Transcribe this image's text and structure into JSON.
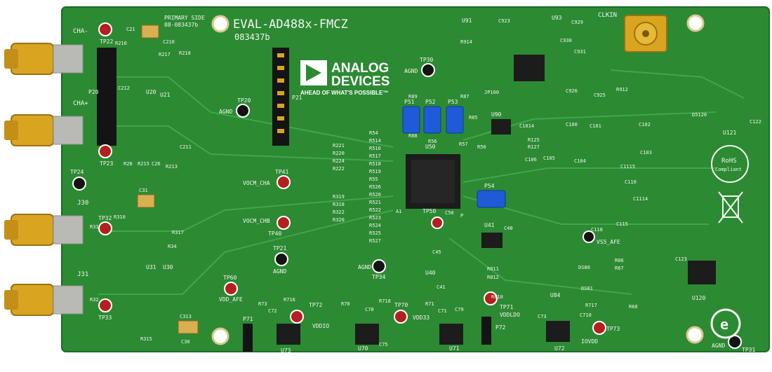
{
  "board": {
    "title": "EVAL-AD488x-FMCZ",
    "part_number": "083437b",
    "primary_side_line1": "PRIMARY SIDE",
    "primary_side_line2": "08-083437b",
    "brand_name_line1": "ANALOG",
    "brand_name_line2": "DEVICES",
    "brand_tagline": "AHEAD OF WHAT'S POSSIBLE™"
  },
  "connectors": {
    "cha_minus": "CHA-",
    "cha_plus": "CHA+",
    "j30": "J30",
    "j31": "J31",
    "clkin": "CLKIN",
    "p21": "P21",
    "agnd": "AGND",
    "p20": "P20"
  },
  "test_points": [
    {
      "name": "TP22"
    },
    {
      "name": "TP23"
    },
    {
      "name": "TP24"
    },
    {
      "name": "TP20"
    },
    {
      "name": "TP30"
    },
    {
      "name": "TP41"
    },
    {
      "name": "TP40"
    },
    {
      "name": "TP21"
    },
    {
      "name": "TP60"
    },
    {
      "name": "TP32"
    },
    {
      "name": "TP33"
    },
    {
      "name": "TP34"
    },
    {
      "name": "TP50"
    },
    {
      "name": "TP72"
    },
    {
      "name": "TP70"
    },
    {
      "name": "TP71"
    },
    {
      "name": "TP73"
    },
    {
      "name": "TP31"
    }
  ],
  "net_labels": {
    "vocm_cha": "VOCM_CHA",
    "vocm_chb": "VOCM_CHB",
    "vdd_afe": "VDD_AFE",
    "vddio": "VDDIO",
    "vdd33": "VDD33",
    "vddldo": "VDDLDO",
    "iovdd": "IOVDD",
    "vs5_afe": "VS5_AFE",
    "agnd_tp20": "AGND",
    "agnd_tp30": "AGND",
    "agnd_tp21": "AGND",
    "agnd_tp34": "AGND",
    "agnd_tp31": "AGND"
  },
  "jumpers": {
    "p51": "P51",
    "p52": "P52",
    "p53": "P53",
    "p54": "P54",
    "p71": "P71",
    "p72": "P72"
  },
  "chips": {
    "u50": "U50",
    "u41": "U41",
    "u120": "U120",
    "u84": "U84",
    "u121": "U121",
    "u73": "U73",
    "u72": "U72",
    "u71": "U71",
    "u70": "U70",
    "u20": "U20",
    "u21": "U21",
    "u30": "U30",
    "u31": "U31",
    "u40": "U40",
    "u90": "U90",
    "u91": "U91",
    "u93": "U93"
  },
  "resistors": {
    "r54": "R54",
    "r514": "R514",
    "r516": "R516",
    "r517": "R517",
    "r518": "R518",
    "r519": "R519",
    "r55": "R55",
    "r526": "R526",
    "r520": "R520",
    "r521": "R521",
    "r522": "R522",
    "r523": "R523",
    "r524": "R524",
    "r525": "R525",
    "r527": "R527",
    "r221": "R221",
    "r220": "R220",
    "r224": "R224",
    "r222": "R222",
    "r319": "R319",
    "r318": "R318",
    "r322": "R322",
    "r320": "R320",
    "r217": "R217",
    "r218": "R218",
    "r210": "R210",
    "r912": "R912",
    "r914": "R914",
    "r89": "R89",
    "r88": "R88",
    "r87": "R87",
    "r85": "R85",
    "r57": "R57",
    "r50": "R50",
    "r56": "R56",
    "r60": "R60",
    "r317": "R317",
    "r34": "R34",
    "r310": "R310",
    "r31": "R31",
    "r32": "R32",
    "r315": "R315",
    "r716": "R716",
    "r718": "R718",
    "r717": "R717",
    "r73": "R73",
    "r70": "R70",
    "r71": "R71",
    "r810": "R810",
    "r811": "R811",
    "r812": "R812",
    "r66": "R66",
    "r67": "R67",
    "r125": "R125",
    "r127": "R127",
    "r215": "R215",
    "r213": "R213",
    "r28": "R28"
  },
  "capacitors": {
    "c21": "C21",
    "c210": "C210",
    "c212": "C212",
    "c211": "C211",
    "c31": "C31",
    "c313": "C313",
    "c30": "C30",
    "c923": "C923",
    "c929": "C929",
    "c930": "C930",
    "c931": "C931",
    "c926": "C926",
    "c925": "C925",
    "c50": "C50",
    "c40": "C40",
    "c41": "C41",
    "c45": "C45",
    "c71": "C71",
    "c72": "C72",
    "c75": "C75",
    "c78": "C78",
    "c79": "C79",
    "c710": "C710",
    "c73": "C73",
    "c123": "C123",
    "c122": "C122",
    "c1014": "C1014",
    "c1114": "C1114",
    "c1115": "C1115",
    "c110": "C110",
    "c115": "C115",
    "c118": "C118",
    "c106": "C106",
    "c104": "C104",
    "c105": "C105",
    "c100": "C100",
    "c101": "C101",
    "c102": "C102",
    "c103": "C103",
    "c26": "C26"
  },
  "misc_labels": {
    "d5120": "D5120",
    "ds80": "DS80",
    "ds81": "DS81",
    "jp100": "JP100",
    "rohs": "RoHS",
    "rohs_sub": "Compliant",
    "a1": "A1",
    "p_marker": "P"
  },
  "colors": {
    "pcb_green": "#2c8a33",
    "pcb_dark": "#1d6b24",
    "copper_gold": "#d9a521",
    "silkscreen": "#f4f4ef",
    "jumper_blue": "#1f5bd6",
    "chip_black": "#1c1c1c"
  }
}
